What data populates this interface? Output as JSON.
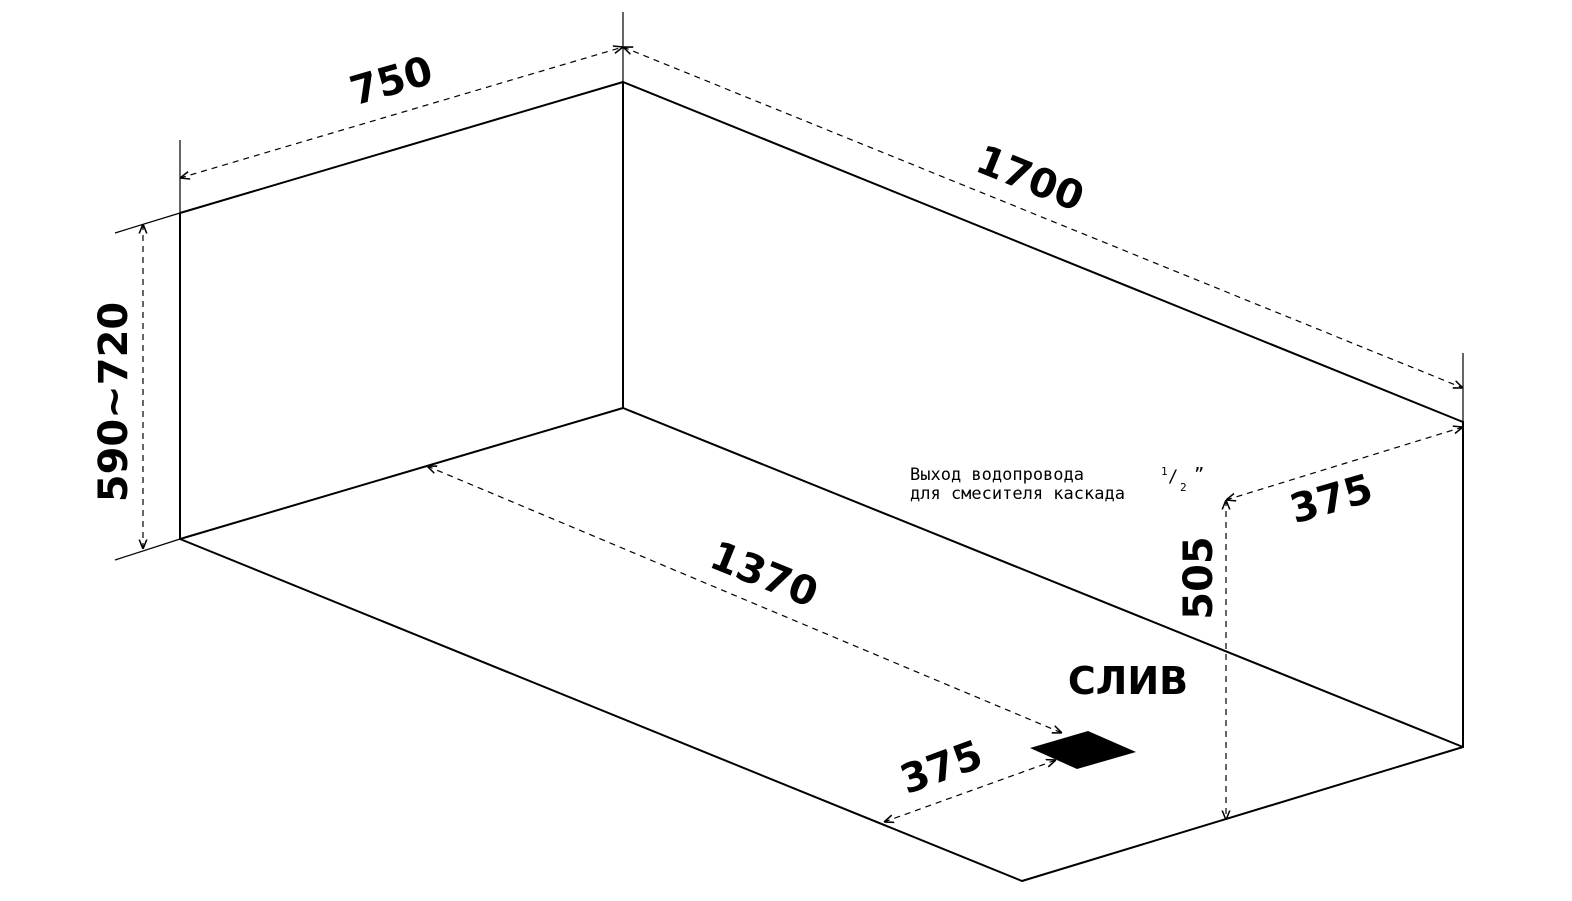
{
  "dimensions": {
    "width": "750",
    "length": "1700",
    "height": "590~720",
    "inner_length": "1370",
    "drain_offset": "375",
    "outlet_offset": "375",
    "outlet_height": "505"
  },
  "labels": {
    "drain": "СЛИВ",
    "note_line1_prefix": "Выход водопровода ",
    "note_frac_num": "1",
    "note_frac_slash": "/",
    "note_frac_den": "2",
    "note_frac_mark": "”",
    "note_line2": "для смесителя каскада"
  }
}
